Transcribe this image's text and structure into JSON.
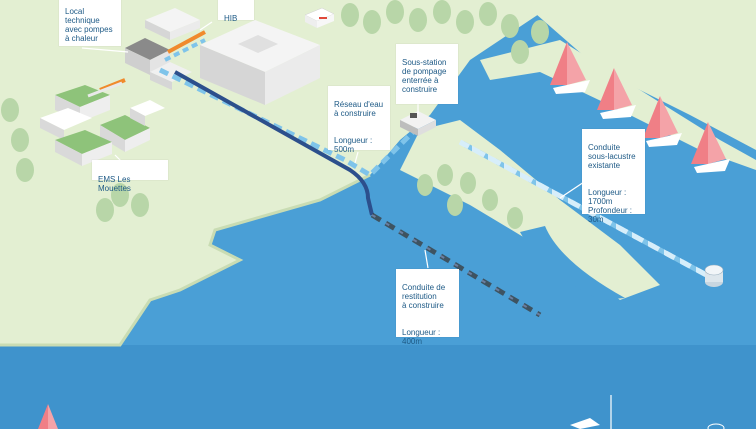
{
  "labels": {
    "local_technique": "Local\ntechnique\navec pompes\nà chaleur",
    "hib": "HIB",
    "ems": "EMS Les Mouettes",
    "reseau_title": "Réseau d'eau\nà construire",
    "reseau_meta": "Longueur :\n500m",
    "sous_station": "Sous-station\nde pompage\nenterrée à\nconstruire",
    "conduite_lac_title": "Conduite\nsous-lacustre\nexistante",
    "conduite_lac_meta": "Longueur :\n1700m\nProfondeur :\n30m",
    "restitution_title": "Conduite de\nrestitution\nà construire",
    "restitution_meta": "Longueur :\n400m"
  },
  "colors": {
    "water": "#4a9fd6",
    "land": "#e3efd2",
    "land_edge": "#c9dcb3",
    "trees": "#b8d6a8",
    "building": "#f2f2f2",
    "pipe_new": "#7fc4ea",
    "pipe_existing": "#2c4f8c",
    "pipe_hot": "#f08a2c",
    "sail": "#f07f86",
    "callout_text": "#1e5a86"
  }
}
